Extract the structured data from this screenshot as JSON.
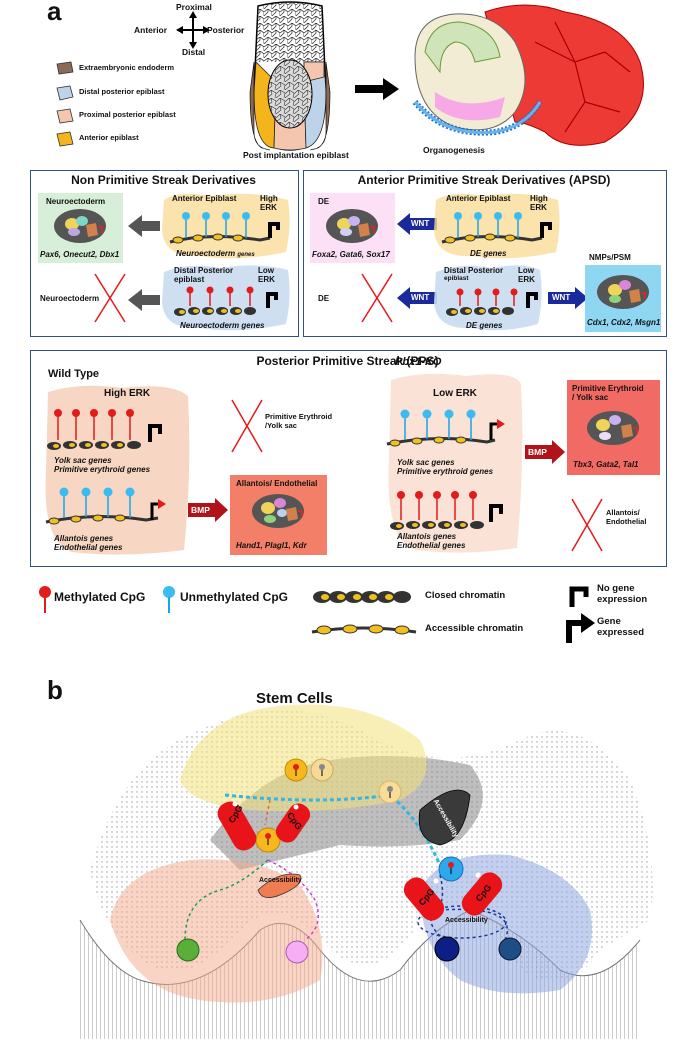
{
  "panel_a": {
    "letter": "a",
    "axes": {
      "proximal": "Proximal",
      "anterior": "Anterior",
      "posterior": "Posterior",
      "distal": "Distal"
    },
    "legend": [
      {
        "label": "Extraembryonic endoderm",
        "color": "#8a6a55"
      },
      {
        "label": "Distal posterior epiblast",
        "color": "#bcd3ea"
      },
      {
        "label": "Proximal posterior epiblast",
        "color": "#f3c6ad"
      },
      {
        "label": "Anterior epiblast",
        "color": "#f3b51b"
      }
    ],
    "embryo_caption": "Post implantation epiblast",
    "organ_caption": "Organogenesis",
    "npsd": {
      "title": "Non Primitive Streak Derivatives",
      "neuroectoderm_box": "Neuroectoderm",
      "genes_top": "Pax6, Onecut2, Dbx1",
      "anterior_epiblast": "Anterior Epiblast",
      "high_erk": "High\nERK",
      "neuro_genes_1": "Neuroectoderm",
      "neuro_genes_1b": "genes",
      "neuroectoderm_x": "Neuroectoderm",
      "distal_posterior": "Distal Posterior\nepiblast",
      "low_erk": "Low\nERK",
      "neuro_genes_2": "Neuroectoderm genes"
    },
    "apsd": {
      "title": "Anterior Primitive Streak Derivatives (APSD)",
      "de_box": "DE",
      "de_genes": "Foxa2, Gata6, Sox17",
      "wnt1": "WNT",
      "anterior_epiblast": "Anterior Epiblast",
      "high_erk": "High\nERK",
      "de_genes_label1": "DE genes",
      "de_x": "DE",
      "wnt2": "WNT",
      "distal_posterior": "Distal Posterior",
      "epiblast": "epiblast",
      "low_erk": "Low\nERK",
      "de_genes_label2": "DE genes",
      "wnt3": "WNT",
      "nmp_box": "NMPs/PSM",
      "nmp_genes": "Cdx1, Cdx2, Msgn1"
    },
    "pps": {
      "title": "Posterior Primitive Streak (PPS)",
      "wt": "Wild Type",
      "ko": "Pbx1-KO",
      "high_erk": "High   ERK",
      "low_erk": "Low ERK",
      "yolk_genes": "Yolk sac genes",
      "erythroid_genes": "Primitive erythroid genes",
      "allantois_genes": "Allantois genes",
      "endothelial_genes": "Endothelial genes",
      "bmp1": "BMP",
      "bmp2": "BMP",
      "pe_x": "Primitive Erythroid\n/Yolk sac",
      "allantois_box": "Allantois/ Endothelial",
      "allantois_markers": "Hand1, Plagl1, Kdr",
      "pe_box": "Primitive Erythroid\n/ Yolk sac",
      "pe_markers": "Tbx3, Gata2, Tal1",
      "allantois_x": "Allantois/\nEndothelial"
    },
    "key": {
      "methylated": "Methylated CpG",
      "unmethylated": "Unmethylated CpG",
      "closed": "Closed chromatin",
      "accessible": "Accessible chromatin",
      "no_expr": "No gene\nexpression",
      "expr": "Gene\nexpressed"
    }
  },
  "panel_b": {
    "letter": "b",
    "stem_cells": "Stem Cells",
    "cpg": "CpG",
    "accessibility": "Accessibility"
  }
}
